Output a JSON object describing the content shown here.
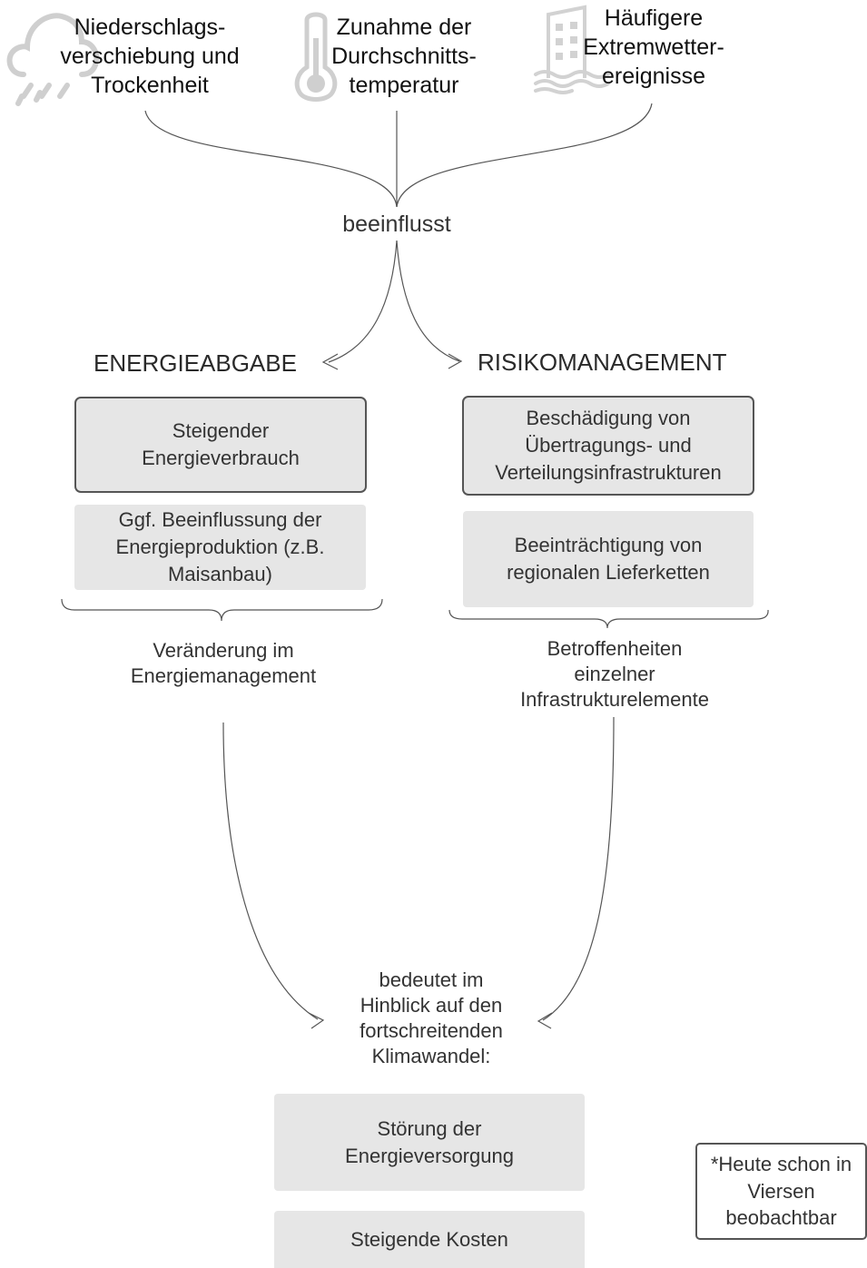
{
  "drivers": [
    {
      "text": "Niederschlags-\nverschiebung und\nTrockenheit",
      "icon": "cloud-rain-icon"
    },
    {
      "text": "Zunahme der\nDurchschnitts-\ntemperatur",
      "icon": "thermometer-icon"
    },
    {
      "text": "Häufigere\nExtremwetter-\nereignisse",
      "icon": "flooded-building-icon"
    }
  ],
  "connector_top": "beeinflusst",
  "left": {
    "heading": "ENERGIEABGABE",
    "boxes": [
      "Steigender\nEnergieverbrauch",
      "Ggf. Beeinflussung der\nEnergieproduktion (z.B.\nMaisanbau)"
    ],
    "summary": "Veränderung im\nEnergiemanagement"
  },
  "right": {
    "heading": "RISIKOMANAGEMENT",
    "boxes": [
      "Beschädigung von\nÜbertragungs- und\nVerteilungsinfrastrukturen",
      "Beeinträchtigung von\nregionalen Lieferketten"
    ],
    "summary": "Betroffenheiten\neinzelner\nInfrastrukturelemente"
  },
  "connector_bottom": "bedeutet im\nHinblick auf den\nfortschreitenden\nKlimawandel:",
  "outcomes": [
    "Störung der\nEnergieversorgung",
    "Steigende Kosten"
  ],
  "note": "*Heute schon in\nViersen\nbeobachtbar",
  "colors": {
    "box_fill": "#e6e6e6",
    "line": "#555555",
    "text": "#333333",
    "icon": "#cfcfcf"
  }
}
